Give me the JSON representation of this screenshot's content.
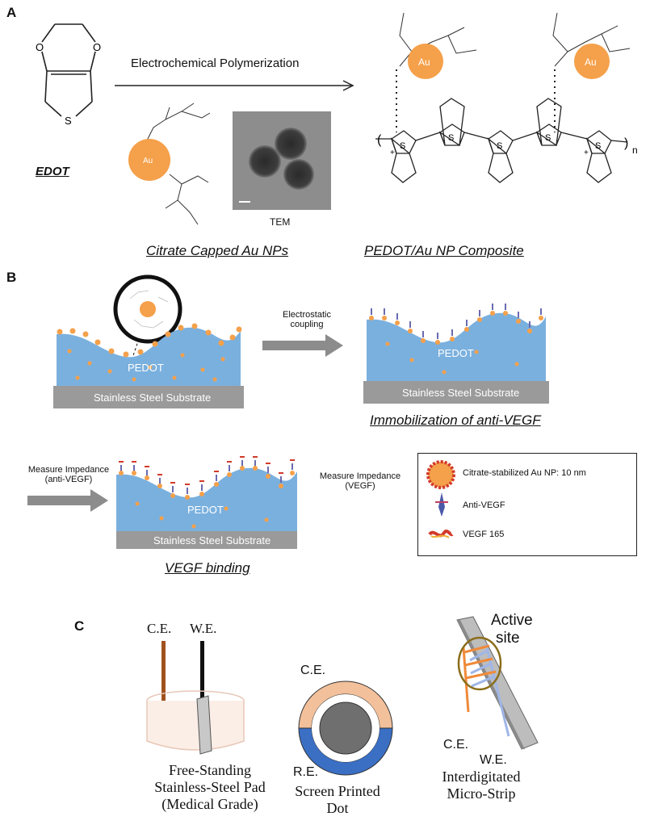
{
  "panelA": {
    "letter": "A",
    "arrow_label": "Electrochemical Polymerization",
    "edot_label": "EDOT",
    "au_label": "Au",
    "tem_label": "TEM",
    "citrate_label": "Citrate Capped Au NPs",
    "composite_label": "PEDOT/Au NP Composite",
    "n_label": "n"
  },
  "panelB": {
    "letter": "B",
    "pedot_label": "PEDOT",
    "substrate_label": "Stainless Steel Substrate",
    "coupling_label_1": "Electrostatic",
    "coupling_label_2": "coupling",
    "immobilization_label": "Immobilization of anti-VEGF",
    "measure_anti_1": "Measure Impedance",
    "measure_anti_2": "(anti-VEGF)",
    "measure_vegf_1": "Measure Impedance",
    "measure_vegf_2": "(VEGF)",
    "binding_label": "VEGF binding",
    "legend": {
      "item1": "Citrate-stabilized Au NP: 10 nm",
      "item2": "Anti-VEGF",
      "item3": "VEGF 165"
    }
  },
  "panelC": {
    "letter": "C",
    "ce": "C.E.",
    "we": "W.E.",
    "re": "R.E.",
    "active_1": "Active",
    "active_2": "site",
    "cap1_l1": "Free-Standing",
    "cap1_l2": "Stainless-Steel Pad",
    "cap1_l3": "(Medical Grade)",
    "cap2_l1": "Screen Printed",
    "cap2_l2": "Dot",
    "cap3_l1": "Interdigitated",
    "cap3_l2": "Micro-Strip"
  },
  "colors": {
    "pedot_blue": "#7ab0de",
    "au_orange": "#f5a04a",
    "substrate_gray": "#9a9a9a",
    "arrow_gray": "#8c8c8c",
    "electrode_orange": "#f2c09a",
    "electrode_blue": "#3a6fc4"
  }
}
